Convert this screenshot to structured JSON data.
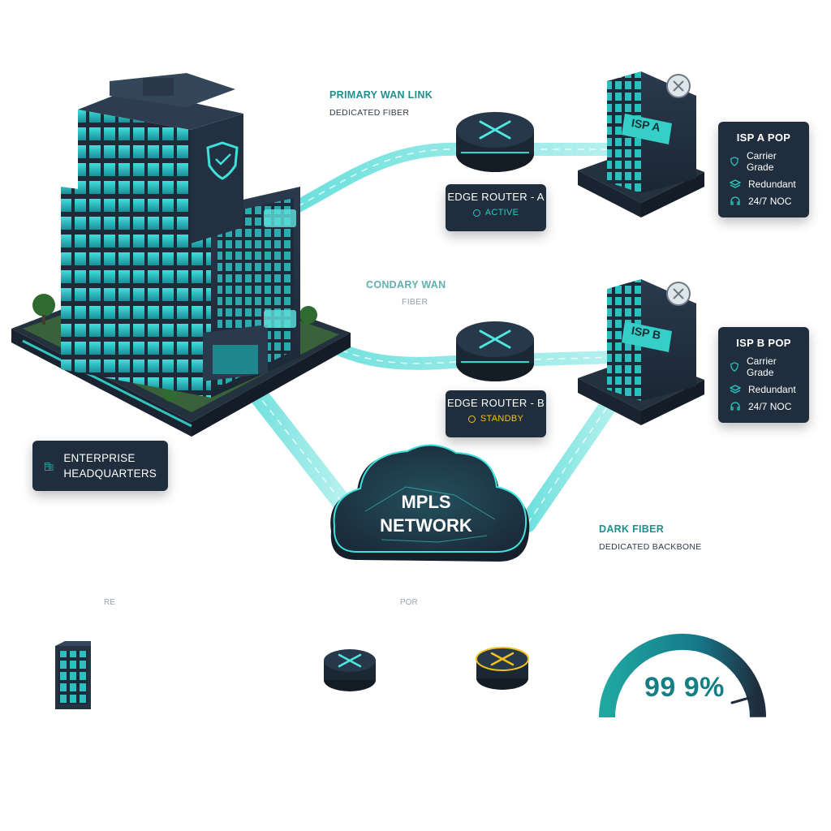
{
  "links": {
    "primary": {
      "title": "PRIMARY WAN LINK",
      "subtitle": "DEDICATED FIBER"
    },
    "secondary": {
      "title": "CONDARY WAN",
      "subtitle": "FIBER"
    },
    "dark_fiber": {
      "title": "DARK FIBER",
      "subtitle": "DEDICATED BACKBONE"
    }
  },
  "routers": [
    {
      "name": "EDGE ROUTER - A",
      "status": "ACTIVE",
      "status_color": "#2cc9c1"
    },
    {
      "name": "EDGE ROUTER - B",
      "status": "STANDBY",
      "status_color": "#f2c21a"
    }
  ],
  "isps": [
    {
      "sign": "ISP A",
      "pop_title": "ISP A POP",
      "features": [
        {
          "icon": "shield-icon",
          "label": "Carrier Grade"
        },
        {
          "icon": "layers-icon",
          "label": "Redundant"
        },
        {
          "icon": "headset-icon",
          "label": "24/7 NOC"
        }
      ]
    },
    {
      "sign": "ISP B",
      "pop_title": "ISP B POP",
      "features": [
        {
          "icon": "shield-icon",
          "label": "Carrier Grade"
        },
        {
          "icon": "layers-icon",
          "label": "Redundant"
        },
        {
          "icon": "headset-icon",
          "label": "24/7 NOC"
        }
      ]
    }
  ],
  "headquarters": {
    "line1": "ENTERPRISE",
    "line2": "HEADQUARTERS"
  },
  "cloud": {
    "line1": "MPLS",
    "line2": "NETWORK"
  },
  "legend_fragments": {
    "left": "RE",
    "middle": "POR"
  },
  "gauge": {
    "value_text": "99 9%",
    "value": 0.999
  },
  "colors": {
    "accent": "#2cc9c1",
    "dark_panel": "#1f2d3d",
    "standby": "#f2c21a"
  }
}
